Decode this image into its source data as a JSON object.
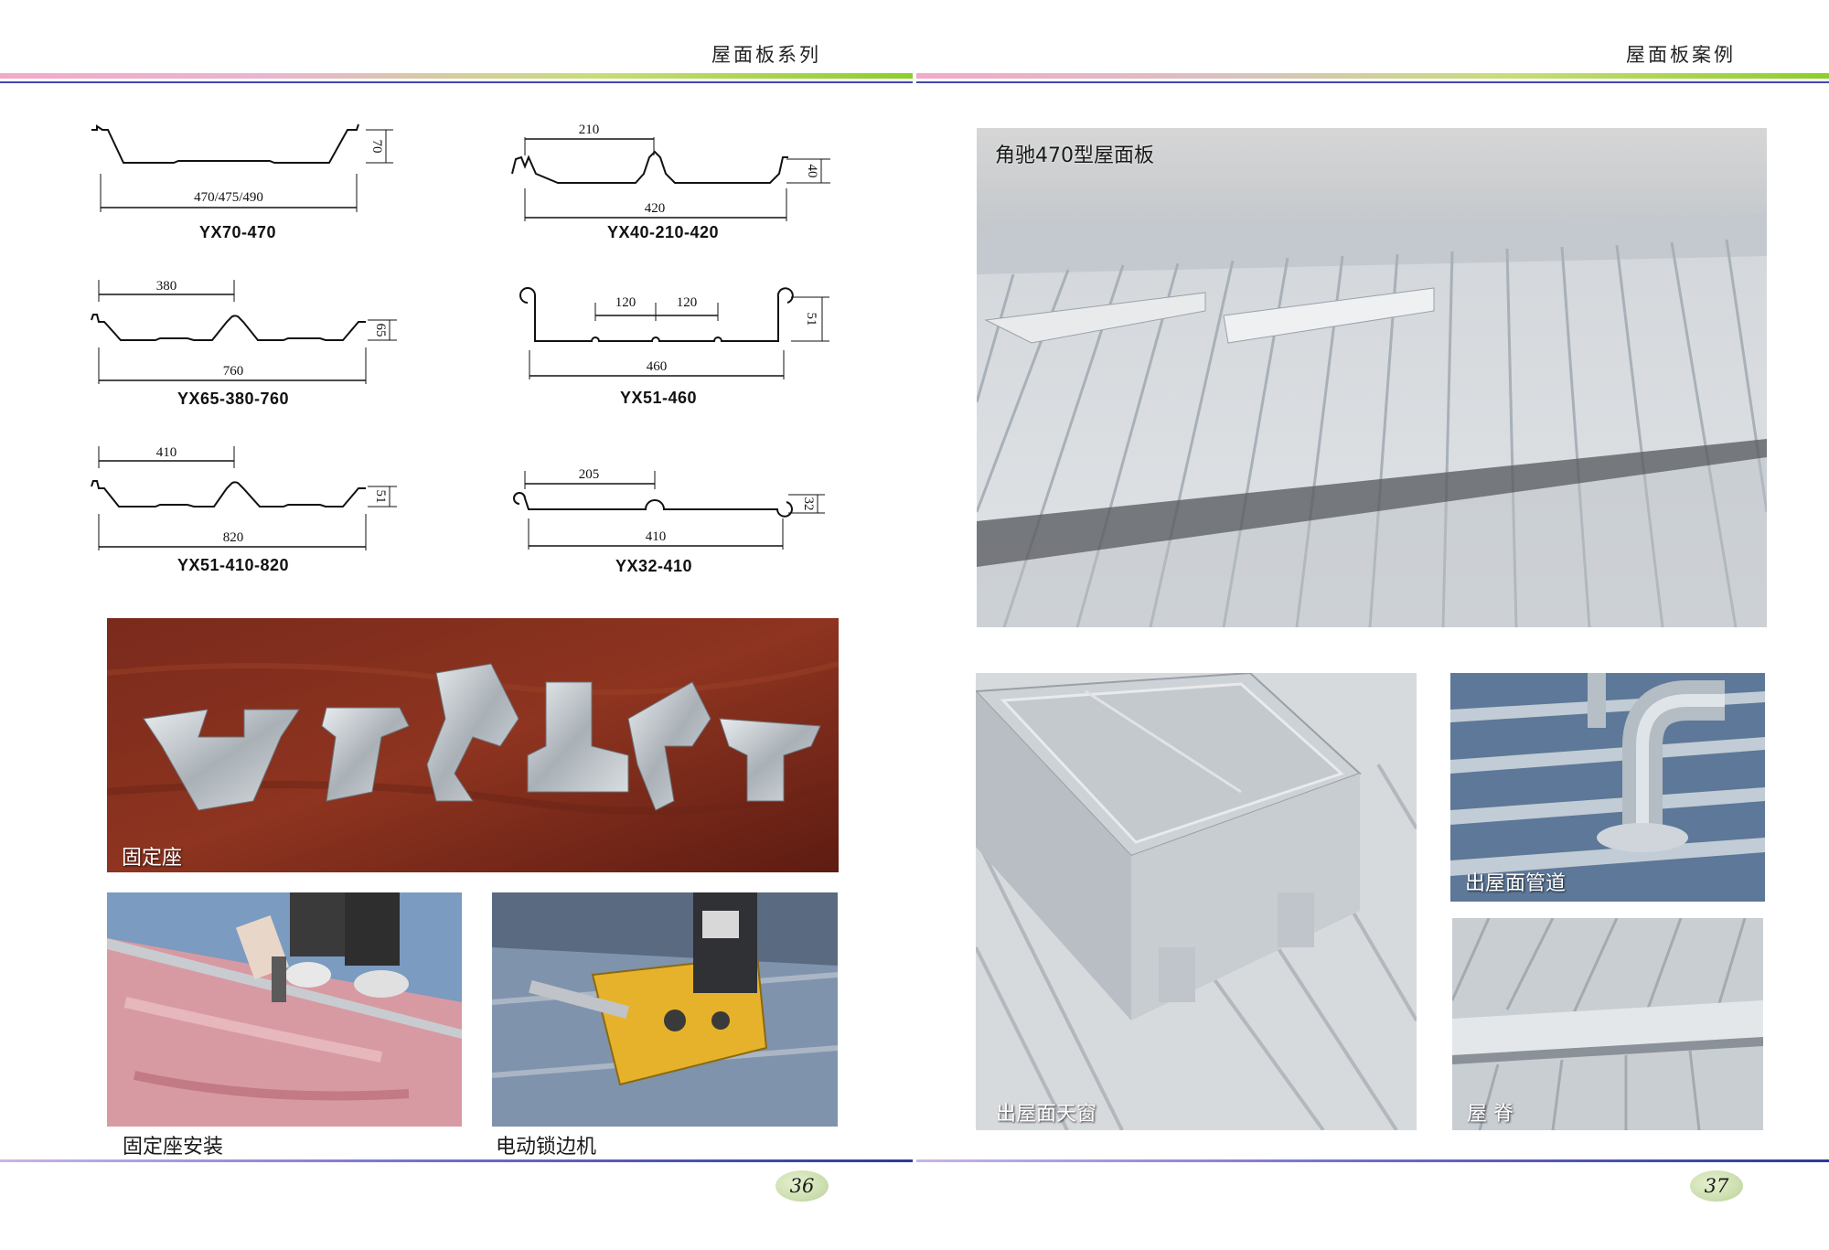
{
  "left_page": {
    "header": "屋面板系列",
    "page_number": "36",
    "profiles": [
      {
        "name": "YX70-470",
        "dims": [
          "70",
          "470/475/490"
        ]
      },
      {
        "name": "YX40-210-420",
        "dims": [
          "210",
          "40",
          "420"
        ]
      },
      {
        "name": "YX65-380-760",
        "dims": [
          "380",
          "65",
          "760"
        ]
      },
      {
        "name": "YX51-460",
        "dims": [
          "120",
          "120",
          "51",
          "460"
        ]
      },
      {
        "name": "YX51-410-820",
        "dims": [
          "410",
          "51",
          "820"
        ]
      },
      {
        "name": "YX32-410",
        "dims": [
          "205",
          "32",
          "410"
        ]
      }
    ],
    "photos": {
      "clips_label": "固定座",
      "install_caption": "固定座安装",
      "seamer_caption": "电动锁边机"
    }
  },
  "right_page": {
    "header": "屋面板案例",
    "page_number": "37",
    "photos": {
      "main_label": "角驰470型屋面板",
      "skylight_label": "出屋面天窗",
      "pipe_label": "出屋面管道",
      "ridge_label": "屋  脊"
    }
  }
}
